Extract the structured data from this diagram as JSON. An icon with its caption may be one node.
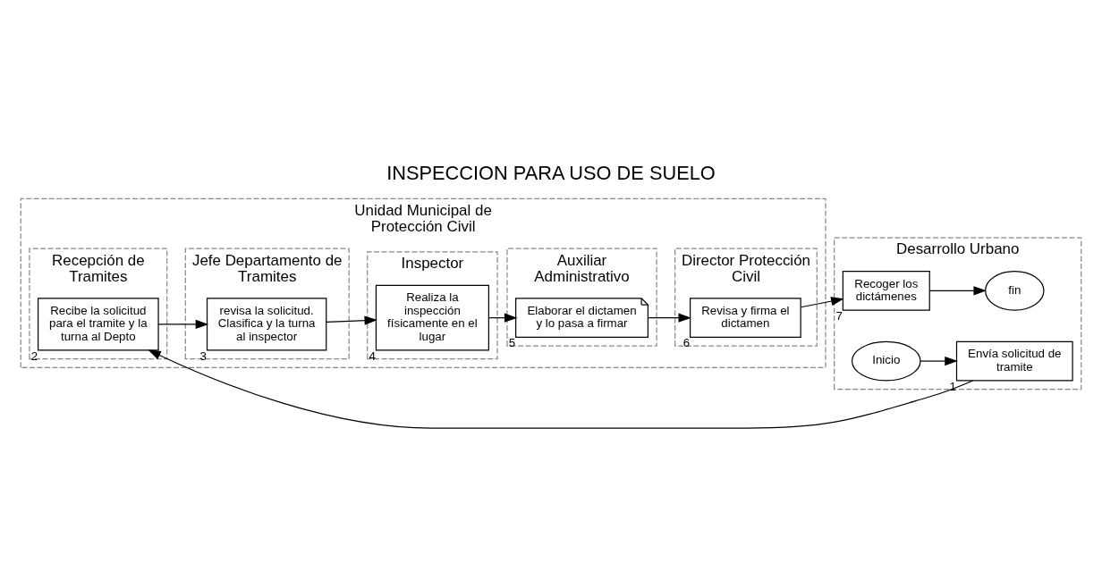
{
  "diagram": {
    "title": "INSPECCION PARA USO DE SUELO",
    "nodes": [
      {
        "text": [
          "Desarrollo Urbano"
        ]
      },
      {
        "text": [
          "Unidad Municipal de Protección Civil"
        ]
      },
      {
        "text": [
          "Recepción de Tramites"
        ],
        "in": 1
      },
      {
        "text": [
          "Jefe Departamento de Tramites"
        ],
        "in": 1
      },
      {
        "text": [
          "Inspector"
        ],
        "in": 1
      },
      {
        "text": [
          "Auxiliar Administrativo"
        ],
        "in": 1
      },
      {
        "text": [
          "Director Protección Civil"
        ],
        "in": 1
      },
      {
        "text": [
          "Inicio"
        ],
        "in": 0
      },
      {
        "text": [
          "Envía solicitud de tramite"
        ],
        "in": 0,
        "beside": [
          "1"
        ]
      },
      {
        "text": [
          "Recibe la solicitud para el tramite y la turna al Depto"
        ],
        "in": 2,
        "beside": [
          "2"
        ]
      },
      {
        "text": [
          "revisa la solicitud. Clasifica y la turna al inspector"
        ],
        "in": 3,
        "beside": [
          "3"
        ]
      },
      {
        "text": [
          "Realiza la inspección físicamente en el lugar"
        ],
        "in": 4,
        "beside": [
          "4"
        ]
      },
      {
        "text": [
          "Elaborar el dictamen y lo pasa a firmar"
        ],
        "in": 5,
        "beside": [
          "5"
        ]
      },
      {
        "text": [
          "Revisa y firma el dictamen"
        ],
        "in": 6,
        "beside": [
          "6"
        ]
      },
      {
        "text": [
          "Recoger los dictámenes"
        ],
        "in": 0,
        "beside": [
          "7"
        ]
      },
      {
        "text": [
          "fin"
        ],
        "in": 0
      }
    ],
    "edges": [
      {
        "from": 7,
        "to": 8,
        "arrow": "to"
      },
      {
        "from": 8,
        "to": 9,
        "arrow": "to"
      },
      {
        "from": 9,
        "to": 10,
        "arrow": "to"
      },
      {
        "from": 10,
        "to": 11,
        "arrow": "to"
      },
      {
        "from": 11,
        "to": 12,
        "arrow": "to"
      },
      {
        "from": 12,
        "to": 13,
        "arrow": "to"
      },
      {
        "from": 13,
        "to": 14,
        "arrow": "to"
      },
      {
        "from": 14,
        "to": 15,
        "arrow": "to"
      }
    ]
  }
}
